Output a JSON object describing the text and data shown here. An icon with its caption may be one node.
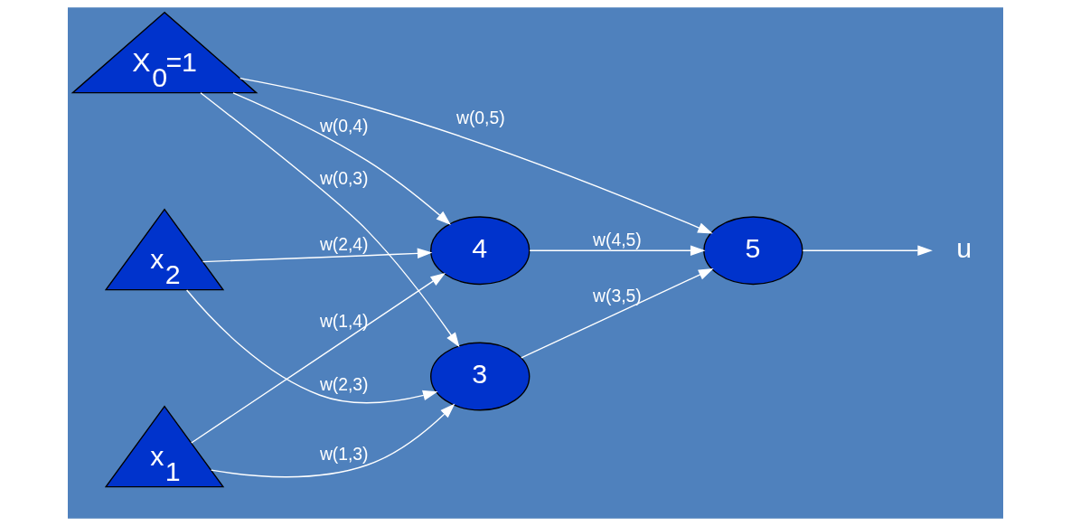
{
  "diagram": {
    "nodes": [
      {
        "text": [
          "X$_{0}$=1"
        ]
      },
      {
        "text": [
          "x$_{2}$"
        ]
      },
      {
        "text": [
          "x$_{1}$"
        ]
      },
      {
        "text": [
          "4"
        ]
      },
      {
        "text": [
          "3"
        ]
      },
      {
        "text": [
          "5"
        ]
      },
      {
        "text": [
          "u"
        ]
      }
    ],
    "edges": [
      {
        "from": 0,
        "to": 4,
        "arrow": "to",
        "label": "w(0,3)"
      },
      {
        "from": 0,
        "to": 3,
        "arrow": "to",
        "label": "w(0,4)"
      },
      {
        "from": 0,
        "to": 5,
        "arrow": "to",
        "label": "w(0,5)"
      },
      {
        "from": 1,
        "to": 3,
        "arrow": "to",
        "label": "w(2,4)"
      },
      {
        "from": 1,
        "to": 4,
        "arrow": "to",
        "label": "w(2,3)"
      },
      {
        "from": 2,
        "to": 3,
        "arrow": "to",
        "label": "w(1,4)"
      },
      {
        "from": 2,
        "to": 4,
        "arrow": "to",
        "label": "w(1,3)"
      },
      {
        "from": 3,
        "to": 5,
        "arrow": "to",
        "label": "w(4,5)"
      },
      {
        "from": 4,
        "to": 5,
        "arrow": "to",
        "label": "w(3,5)"
      },
      {
        "from": 5,
        "to": 6,
        "arrow": "to"
      }
    ]
  }
}
